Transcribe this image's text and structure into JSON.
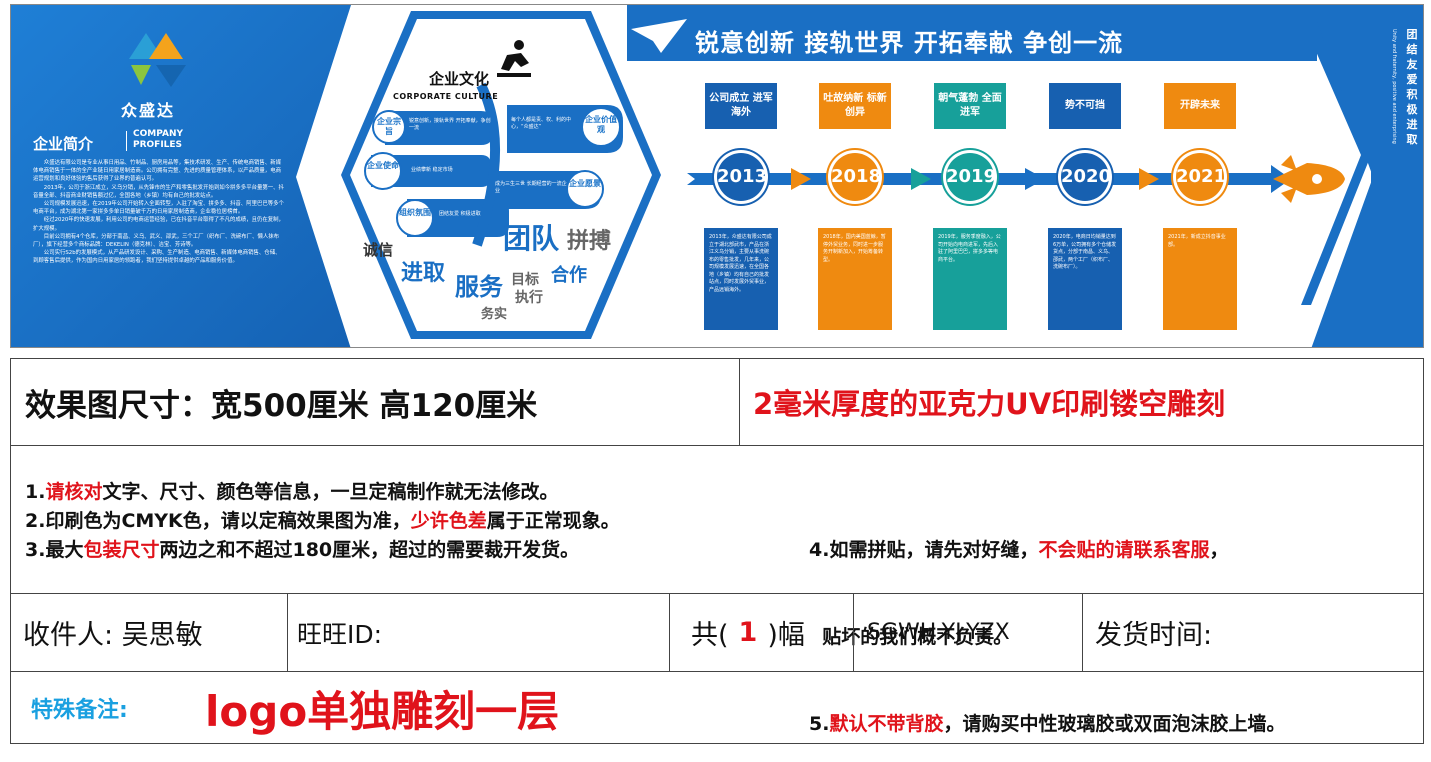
{
  "banner": {
    "company_name": "众盛达",
    "intro": {
      "title": "企业简介",
      "title_en_1": "COMPANY",
      "title_en_2": "PROFILES",
      "paragraphs": [
        "众盛达有限公司是专业从事日用品、竹制品、厨房用品等，集技术研发、生产、传统电商销售、新媒体电商销售于一体的全产业链日用家居制造商。公司拥有完整、先进的质量管理体系，以产品质量，电商运营规划和良好体验的售后获得了业界的普遍认可。",
        "2013年，公司于浙江成立，义乌分销，从先锋市的生产和零售批发开始到如今拼多多平台量第一、抖音量全部、抖音商业财销售额过亿，全国各地（乡镇）均有自己的批发站点。",
        "公司规模发展迅速，在2019年公司开始转入全面转型，入驻了淘宝、拼多多、抖音、阿里巴巴等多个电商平台，成为湖北第一家拼多多单日销量破千万的日用家居制造商，企业稳位居榜首。",
        "经过2020年的快速发展，利用公司的电商运营经验，已在抖音平台取得了不凡的成绩，且仍在复制，扩大规模。",
        "目前公司拥有4个仓库，分部于南昌、义乌、武义、邵武，三个工厂（织布厂、洗碗布厂、懒人抹布厂），旗下经营多个商标品牌：DEKELIN（德克林）、洁宝、芳诗等。",
        "公司实行S2b的发展模式，从产品研发设计、采购、生产制造、电商销售、新媒体电商销售、仓储、到顾客售后提供，作为国内日用家居的领跑者，我们坚持提供卓越的产品和服务价值。"
      ]
    },
    "culture": {
      "title": "企业文化",
      "title_en": "CORPORATE CULTURE",
      "bubbles": [
        {
          "label": "企业宗旨",
          "desc": "锐意创新，接轨世界 开拓奉献，争创一流"
        },
        {
          "label": "企业使命",
          "desc": "业绩攀新  稳定市场"
        },
        {
          "label": "组织氛围",
          "desc": "团结友爱 积极进取"
        },
        {
          "label": "企业价值观",
          "desc": "每个人都是责、权、利的中心，“众盛达”"
        },
        {
          "label": "企业愿景",
          "desc": "成为三生三世 长期经营的一流企业"
        }
      ],
      "words": {
        "team": "团队",
        "struggle": "拼搏",
        "integrity": "诚信",
        "progress": "进取",
        "service": "服务",
        "target": "目标",
        "execute": "执行",
        "cooperate": "合作",
        "practical": "务实"
      }
    },
    "slogan": "锐意创新  接轨世界  开拓奉献  争创一流",
    "vertical_cn": "团结友爱 积极进取",
    "vertical_en": "Unity and fraternity, positive and enterprising",
    "timeline": [
      {
        "year": "2013",
        "head": "公司成立 进军海外",
        "color": "#1760b0",
        "body": "2013年，众盛达有限公司成立于湖北部武市，产品在浙江义乌分销，主要从事洗碗布的零售批发，几年来，公司规模发展迅速，在全国各地（乡镇）均有自己的批发站点，同时发展外贸事业，产品远销海外。"
      },
      {
        "year": "2018",
        "head": "吐故纳新 标新创异",
        "color": "#ef8a10",
        "body": "2018年，国内美国蓝鲸，暂停外贸业务，同时进一步服务开制新加入，开始筹备转型。"
      },
      {
        "year": "2019",
        "head": "朝气蓬勃 全面进军",
        "color": "#17a09a",
        "body": "2019年，服务季度融入，公司开始向电商进军，先后入驻了阿里巴巴，拼多多等电商平台。"
      },
      {
        "year": "2020",
        "head": "势不可挡",
        "color": "#1760b0",
        "body": "2020年，电商日均销量达到6万单，公司拥有多个仓储发货点，分部于南昌、义乌、邵武，两个工厂（织布厂、洗碗布厂）。"
      },
      {
        "year": "2021",
        "head": "开辟未来",
        "color": "#ef8a10",
        "body": "2021年，新成立抖音事业部。"
      }
    ]
  },
  "info": {
    "size_label": "效果图尺寸：宽500厘米  高120厘米",
    "material": "2毫米厚度的亚克力UV印刷镂空雕刻",
    "notes_left": [
      {
        "prefix": "1.",
        "hl": "请核对",
        "rest": "文字、尺寸、颜色等信息，一旦定稿制作就无法修改。"
      },
      {
        "prefix": "2.印刷色为CMYK色，请以定稿效果图为准，",
        "hl": "少许色差",
        "rest": "属于正常现象。"
      },
      {
        "prefix": "3.最大",
        "hl": "包装尺寸",
        "rest": "两边之和不超过180厘米，超过的需要裁开发货。"
      }
    ],
    "notes_right": [
      {
        "prefix": "4.如需拼贴，请先对好缝，",
        "hl": "不会贴的请联系客服",
        "rest": "，"
      },
      {
        "prefix": "  贴坏的我们概不负责。",
        "hl": "",
        "rest": ""
      },
      {
        "prefix": "5.",
        "hl": "默认不带背胶",
        "rest": "，请购买中性玻璃胶或双面泡沫胶上墙。"
      }
    ],
    "recipient_label": "收件人: 吴思敏",
    "wangwang_label": "旺旺ID:",
    "count_prefix": "共(",
    "count_value": "1",
    "count_suffix": ")幅",
    "sku": "SGWH-YJ-YZX",
    "ship_time_label": "发货时间:",
    "remark_label": "特殊备注:",
    "remark_text": "logo单独雕刻一层"
  },
  "colors": {
    "blue": "#1a6fc4",
    "dark_blue": "#1760b0",
    "orange": "#ef8a10",
    "teal": "#17a09a",
    "red": "#e0131b",
    "remark_blue": "#1aa0e0"
  }
}
